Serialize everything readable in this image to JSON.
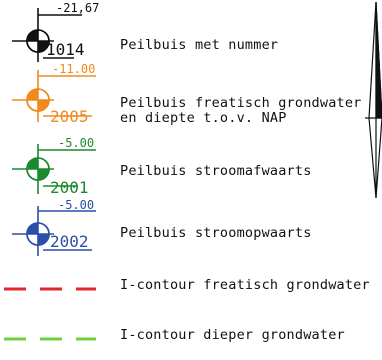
{
  "legend": {
    "items": [
      {
        "kind": "peilbuis",
        "color": "#111111",
        "depth": "-21,67",
        "number": "1014",
        "label": "Peilbuis met nummer"
      },
      {
        "kind": "peilbuis",
        "color": "#f08a1e",
        "depth": "-11.00",
        "number": "2005",
        "label": "Peilbuis freatisch grondwater\nen diepte t.o.v. NAP"
      },
      {
        "kind": "peilbuis",
        "color": "#1a8a2e",
        "depth": "-5.00",
        "number": "2001",
        "label": "Peilbuis stroomafwaarts"
      },
      {
        "kind": "peilbuis",
        "color": "#2c4fa8",
        "depth": "-5.00",
        "number": "2002",
        "label": "Peilbuis stroomopwaarts"
      },
      {
        "kind": "contour",
        "color": "#e0262e",
        "label": "I-contour freatisch grondwater"
      },
      {
        "kind": "contour",
        "color": "#6ccf3c",
        "label": "I-contour dieper grondwater"
      }
    ]
  }
}
